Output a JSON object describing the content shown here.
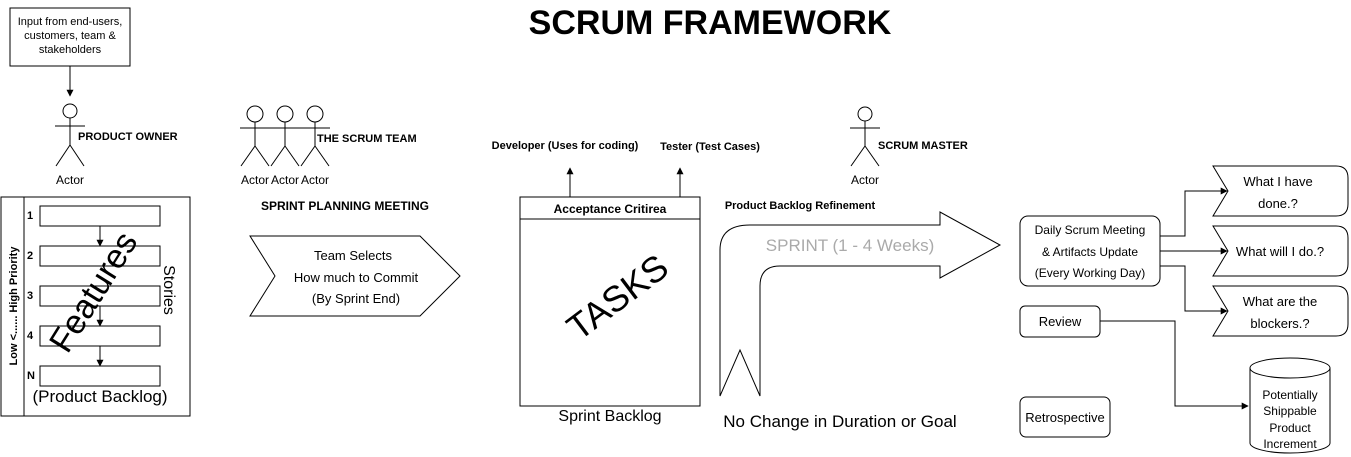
{
  "title": "SCRUM FRAMEWORK",
  "input_box": [
    "Input from end-users,",
    "customers, team &",
    "stakeholders"
  ],
  "product_owner": {
    "label": "PRODUCT OWNER",
    "actor": "Actor"
  },
  "scrum_team": {
    "label": "THE SCRUM TEAM",
    "actors": [
      "Actor",
      "Actor",
      "Actor"
    ]
  },
  "sprint_planning": {
    "heading": "SPRINT PLANNING MEETING",
    "lines": [
      "Team Selects",
      "How much to Commit",
      "(By Sprint End)"
    ]
  },
  "product_backlog": {
    "priority_label": "Low <...... High Priority",
    "rows": [
      "1",
      "2",
      "3",
      "4",
      "N"
    ],
    "features": "Features",
    "stories": "Stories",
    "caption": "(Product Backlog)"
  },
  "sprint_backlog": {
    "developer": "Developer (Uses for coding)",
    "tester": "Tester (Test Cases)",
    "header": "Acceptance Critirea",
    "tasks": "TASKS",
    "caption": "Sprint Backlog"
  },
  "sprint": {
    "refinement": "Product Backlog Refinement",
    "arrow_label": "SPRINT  (1 - 4 Weeks)",
    "caption": "No Change in Duration or Goal"
  },
  "scrum_master": {
    "label": "SCRUM MASTER",
    "actor": "Actor"
  },
  "daily_scrum": [
    "Daily Scrum Meeting",
    "& Artifacts Update",
    "(Every Working Day)"
  ],
  "questions": [
    [
      "What I have",
      "done.?"
    ],
    [
      "What will I do.?"
    ],
    [
      "What are the",
      "blockers.?"
    ]
  ],
  "review": "Review",
  "retrospective": "Retrospective",
  "increment": [
    "Potentially",
    "Shippable",
    "Product",
    "Increment"
  ]
}
